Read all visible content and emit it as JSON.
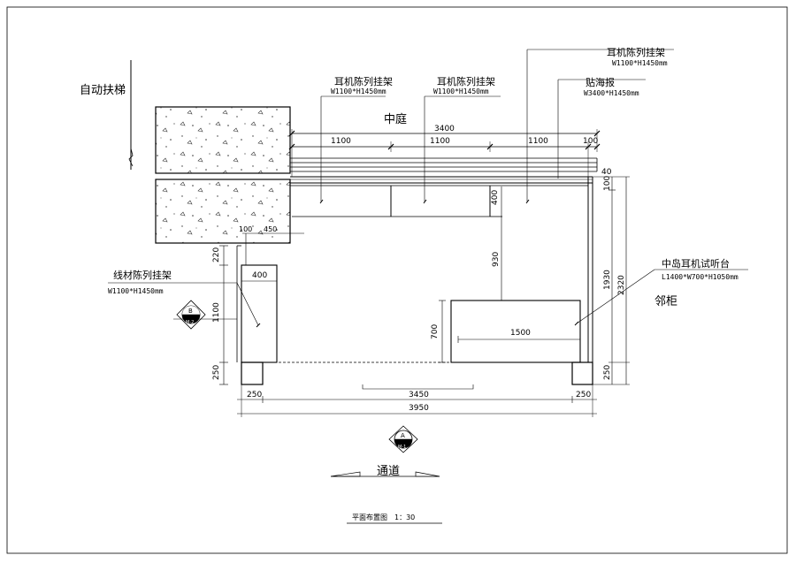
{
  "labels": {
    "escalator": "自动扶梯",
    "atrium": "中庭",
    "neighbor_counter": "邻柜",
    "passage": "通道",
    "plan_title": "平面布置图　1：30"
  },
  "callouts": {
    "headphone_rack_1": {
      "name": "耳机陈列挂架",
      "spec": "W1100*H1450mm"
    },
    "headphone_rack_2": {
      "name": "耳机陈列挂架",
      "spec": "W1100*H1450mm"
    },
    "headphone_rack_3": {
      "name": "耳机陈列挂架",
      "spec": "W1100*H1450mm"
    },
    "poster": {
      "name": "贴海报",
      "spec": "W3400*H1450mm"
    },
    "cable_rack": {
      "name": "线材陈列挂架",
      "spec": "W1100*H1450mm"
    },
    "island_counter": {
      "name": "中岛耳机试听台",
      "spec": "L1400*W700*H1050mm"
    }
  },
  "dimensions": {
    "top_total": "3400",
    "top_seg_1": "1100",
    "top_seg_2": "1100",
    "top_seg_3": "1100",
    "top_seg_4": "100",
    "wall_thickness": "40",
    "top_edge": "100",
    "rack_depth": "400",
    "aisle_gap": "930",
    "counter_length": "1500",
    "counter_width": "700",
    "right_sub": "1930",
    "right_total": "2320",
    "right_bottom": "250",
    "left_top": "220",
    "left_mid": "1100",
    "left_bottom": "250",
    "cable_depth": "400",
    "notch_a": "100",
    "notch_b": "450",
    "bottom_left": "250",
    "bottom_mid": "3450",
    "bottom_right": "250",
    "bottom_total": "3950"
  },
  "section_marks": {
    "a": {
      "letter": "A",
      "ref": "M-1"
    },
    "b": {
      "letter": "B",
      "ref": "M-2"
    }
  }
}
